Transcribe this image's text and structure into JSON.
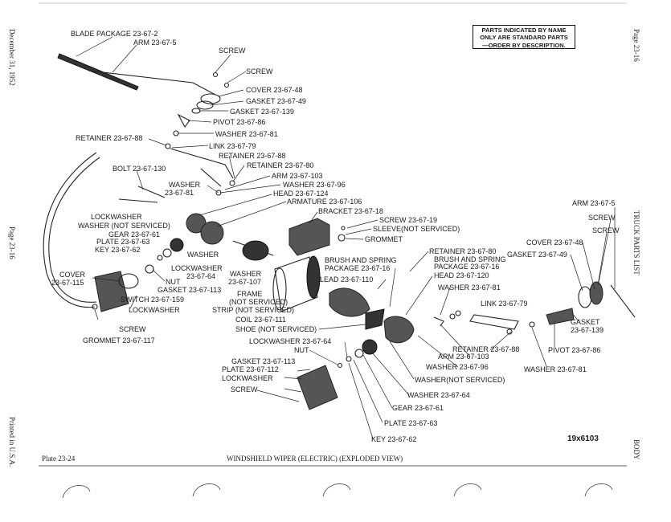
{
  "notice": {
    "line1": "PARTS INDICATED BY NAME",
    "line2": "ONLY ARE STANDARD PARTS",
    "line3": "—ORDER BY DESCRIPTION."
  },
  "margins": {
    "left_top": "December 31, 1952",
    "left_middle": "Page 23-16",
    "left_bottom": "Printed in U.S.A.",
    "right_top": "Page 23-16",
    "right_middle": "TRUCK PARTS LIST",
    "right_bottom": "BODY"
  },
  "footer": {
    "plate": "Plate 23-24",
    "title": "WINDSHIELD WIPER (ELECTRIC) (EXPLODED VIEW)",
    "figure_id": "19x6103"
  },
  "labels": [
    {
      "id": "blade-package",
      "lines": [
        "BLADE PACKAGE  23-67-2"
      ]
    },
    {
      "id": "arm-left",
      "lines": [
        "ARM  23-67-5"
      ]
    },
    {
      "id": "screw-top1",
      "lines": [
        "SCREW"
      ]
    },
    {
      "id": "screw-top2",
      "lines": [
        "SCREW"
      ]
    },
    {
      "id": "cover-top",
      "lines": [
        "COVER  23-67-48"
      ]
    },
    {
      "id": "gasket-top-49",
      "lines": [
        "GASKET  23-67-49"
      ]
    },
    {
      "id": "gasket-top-139",
      "lines": [
        "GASKET  23-67-139"
      ]
    },
    {
      "id": "pivot-top",
      "lines": [
        "PIVOT  23-67-86"
      ]
    },
    {
      "id": "retainer-88-left",
      "lines": [
        "RETAINER  23-67-88"
      ]
    },
    {
      "id": "washer-81-top",
      "lines": [
        "WASHER  23-67-81"
      ]
    },
    {
      "id": "link-79-top",
      "lines": [
        "LINK  23-67-79"
      ]
    },
    {
      "id": "retainer-88-mid",
      "lines": [
        "RETAINER  23-67-88"
      ]
    },
    {
      "id": "retainer-80-top",
      "lines": [
        "RETAINER  23-67-80"
      ]
    },
    {
      "id": "bolt-130",
      "lines": [
        "BOLT  23-67-130"
      ]
    },
    {
      "id": "arm-103-top",
      "lines": [
        "ARM  23-67-103"
      ]
    },
    {
      "id": "washer-96-top",
      "lines": [
        "WASHER  23-67-96"
      ]
    },
    {
      "id": "washer-81-left",
      "lines": [
        "WASHER",
        "23-67-81"
      ]
    },
    {
      "id": "head-124",
      "lines": [
        "HEAD  23-67-124"
      ]
    },
    {
      "id": "armature-106",
      "lines": [
        "ARMATURE  23-67-106"
      ]
    },
    {
      "id": "bracket-18",
      "lines": [
        "BRACKET  23-67-18"
      ]
    },
    {
      "id": "lockwasher-left",
      "lines": [
        "LOCKWASHER"
      ]
    },
    {
      "id": "washer-not-serviced-left",
      "lines": [
        "WASHER  (NOT SERVICED)"
      ]
    },
    {
      "id": "gear-61-left",
      "lines": [
        "GEAR  23-67-61"
      ]
    },
    {
      "id": "plate-63-left",
      "lines": [
        "PLATE  23-67-63"
      ]
    },
    {
      "id": "key-62-left",
      "lines": [
        "KEY  23-67-62"
      ]
    },
    {
      "id": "screw-19",
      "lines": [
        "SCREW  23-67-19"
      ]
    },
    {
      "id": "sleeve-not-serviced",
      "lines": [
        "SLEEVE(NOT SERVICED)"
      ]
    },
    {
      "id": "grommet-right",
      "lines": [
        "GROMMET"
      ]
    },
    {
      "id": "washer-mid-left",
      "lines": [
        "WASHER"
      ]
    },
    {
      "id": "lockwasher-64-left",
      "lines": [
        "LOCKWASHER",
        "23-67-64"
      ]
    },
    {
      "id": "retainer-80-right",
      "lines": [
        "RETAINER  23-67-80"
      ]
    },
    {
      "id": "brush-spring-left",
      "lines": [
        "BRUSH AND SPRING",
        "PACKAGE  23-67-16"
      ]
    },
    {
      "id": "brush-spring-right",
      "lines": [
        "BRUSH AND SPRING",
        "PACKAGE  23-67-16"
      ]
    },
    {
      "id": "head-120",
      "lines": [
        "HEAD  23-67-120"
      ]
    },
    {
      "id": "cover-115",
      "lines": [
        "COVER",
        "23-67-115"
      ]
    },
    {
      "id": "nut-left",
      "lines": [
        "NUT"
      ]
    },
    {
      "id": "gasket-113-left",
      "lines": [
        "GASKET  23-67-113"
      ]
    },
    {
      "id": "washer-107",
      "lines": [
        "WASHER",
        "23-67-107"
      ]
    },
    {
      "id": "lead-110",
      "lines": [
        "LEAD  23-67-110"
      ]
    },
    {
      "id": "washer-81-right",
      "lines": [
        "WASHER  23-67-81"
      ]
    },
    {
      "id": "switch-159",
      "lines": [
        "SWITCH  23-67-159"
      ]
    },
    {
      "id": "lockwasher-switch",
      "lines": [
        "LOCKWASHER"
      ]
    },
    {
      "id": "frame",
      "lines": [
        "FRAME"
      ]
    },
    {
      "id": "strip-not-serviced",
      "lines": [
        "(NOT SERVICED)",
        "STRIP (NOT SERVICED)"
      ]
    },
    {
      "id": "coil-111",
      "lines": [
        "COIL  23-67-111"
      ]
    },
    {
      "id": "link-79-right",
      "lines": [
        "LINK  23-67-79"
      ]
    },
    {
      "id": "screw-bottom-left",
      "lines": [
        "SCREW"
      ]
    },
    {
      "id": "grommet-117",
      "lines": [
        "GROMMET  23-67-117"
      ]
    },
    {
      "id": "shoe-not-serviced",
      "lines": [
        "SHOE  (NOT SERVICED)"
      ]
    },
    {
      "id": "lockwasher-64-mid",
      "lines": [
        "LOCKWASHER  23-67-64"
      ]
    },
    {
      "id": "nut-mid",
      "lines": [
        "NUT"
      ]
    },
    {
      "id": "gasket-113-bottom",
      "lines": [
        "GASKET  23-67-113"
      ]
    },
    {
      "id": "plate-112",
      "lines": [
        "PLATE  23-67-112"
      ]
    },
    {
      "id": "lockwasher-bottom",
      "lines": [
        "LOCKWASHER"
      ]
    },
    {
      "id": "screw-bottom",
      "lines": [
        "SCREW"
      ]
    },
    {
      "id": "retainer-88-right",
      "lines": [
        "RETAINER  23-67-88"
      ]
    },
    {
      "id": "arm-103-right",
      "lines": [
        "ARM  23-67-103"
      ]
    },
    {
      "id": "washer-96-right",
      "lines": [
        "WASHER  23-67-96"
      ]
    },
    {
      "id": "washer-not-serviced-right",
      "lines": [
        "WASHER(NOT SERVICED)"
      ]
    },
    {
      "id": "washer-64-bottom",
      "lines": [
        "WASHER  23-67-64"
      ]
    },
    {
      "id": "gear-61-bottom",
      "lines": [
        "GEAR  23-67-61"
      ]
    },
    {
      "id": "plate-63-bottom",
      "lines": [
        "PLATE  23-67-63"
      ]
    },
    {
      "id": "key-62-bottom",
      "lines": [
        "KEY  23-67-62"
      ]
    },
    {
      "id": "arm-5-right",
      "lines": [
        "ARM  23-67-5"
      ]
    },
    {
      "id": "screw-right1",
      "lines": [
        "SCREW"
      ]
    },
    {
      "id": "screw-right2",
      "lines": [
        "SCREW"
      ]
    },
    {
      "id": "cover-48-right",
      "lines": [
        "COVER  23-67-48"
      ]
    },
    {
      "id": "gasket-49-right",
      "lines": [
        "GASKET  23-67-49"
      ]
    },
    {
      "id": "gasket-139-right",
      "lines": [
        "GASKET",
        "23-67-139"
      ]
    },
    {
      "id": "pivot-86-right",
      "lines": [
        "PIVOT  23-67-86"
      ]
    },
    {
      "id": "washer-81-bottom-right",
      "lines": [
        "WASHER  23-67-81"
      ]
    }
  ]
}
